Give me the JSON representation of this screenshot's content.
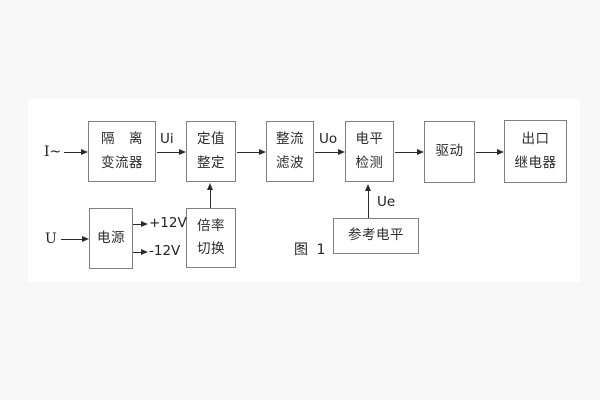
{
  "figure_caption": "图 1",
  "blocks": {
    "isolation": [
      "隔　离",
      "变流器"
    ],
    "setting": [
      "定值",
      "整定"
    ],
    "rectify": [
      "整流",
      "滤波"
    ],
    "level": [
      "电平",
      "检测"
    ],
    "drive": [
      "驱动"
    ],
    "relay": [
      "出口",
      "继电器"
    ],
    "power": [
      "电源"
    ],
    "ratio": [
      "倍率",
      "切换"
    ],
    "reference": [
      "参考电平"
    ]
  },
  "signals": {
    "input_current": "I~",
    "input_voltage": "U",
    "ui": "Ui",
    "uo": "Uo",
    "ue": "Ue",
    "plus12v": "+12V",
    "minus12v": "-12V"
  },
  "colors": {
    "line": "#2b2b2b",
    "box_border": "#7f7f7f",
    "paper": "#ffffff",
    "background": "#f8f8f8"
  }
}
